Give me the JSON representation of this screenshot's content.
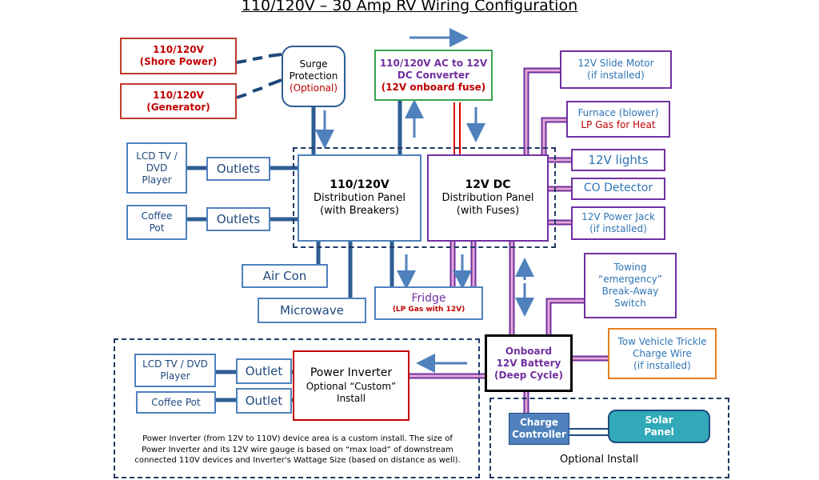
{
  "title": "110/120V – 30 Amp RV Wiring Configuration",
  "shore_power": {
    "line1": "110/120V",
    "line2": "(Shore Power)"
  },
  "generator": {
    "line1": "110/120V",
    "line2": "(Generator)"
  },
  "surge": {
    "line1": "Surge",
    "line2": "Protection",
    "line3": "(Optional)"
  },
  "converter": {
    "line1": "110/120V AC to 12V",
    "line2": "DC Converter",
    "line3": "(12V onboard fuse)"
  },
  "slide_motor": {
    "line1": "12V Slide Motor",
    "line2": "(if installed)"
  },
  "furnace": {
    "line1": "Furnace (blower)",
    "line2": "LP Gas for Heat"
  },
  "lights": {
    "label": "12V lights"
  },
  "co_detector": {
    "label": "CO Detector"
  },
  "power_jack": {
    "line1": "12V Power Jack",
    "line2": "(if installed)"
  },
  "lcd_tv": {
    "line1": "LCD TV /",
    "line2": "DVD",
    "line3": "Player"
  },
  "outlets1": {
    "label": "Outlets"
  },
  "coffee": {
    "line1": "Coffee",
    "line2": "Pot"
  },
  "outlets2": {
    "label": "Outlets"
  },
  "ac_panel": {
    "line1": "110/120V",
    "line2": "Distribution Panel",
    "line3": "(with Breakers)"
  },
  "dc_panel": {
    "line1": "12V DC",
    "line2": "Distribution Panel",
    "line3": "(with Fuses)"
  },
  "air_con": {
    "label": "Air Con"
  },
  "microwave": {
    "label": "Microwave"
  },
  "fridge": {
    "line1": "Fridge",
    "line2": "(LP Gas with 12V)"
  },
  "towing": {
    "line1": "Towing",
    "line2": "“emergency”",
    "line3": "Break-Away",
    "line4": "Switch"
  },
  "tow_vehicle": {
    "line1": "Tow Vehicle Trickle",
    "line2": "Charge Wire",
    "line3": "(if installed)"
  },
  "battery": {
    "line1": "Onboard",
    "line2": "12V Battery",
    "line3": "(Deep Cycle)"
  },
  "lcd_tv2": {
    "line1": "LCD TV / DVD",
    "line2": "Player"
  },
  "outlet3": {
    "label": "Outlet"
  },
  "coffee2": {
    "label": "Coffee Pot"
  },
  "outlet4": {
    "label": "Outlet"
  },
  "inverter": {
    "line1": "Power Inverter",
    "line2": "Optional “Custom”",
    "line3": "Install"
  },
  "inverter_note": {
    "line1": "Power Inverter (from 12V to 110V) device area is a custom install. The size of",
    "line2": "Power Inverter and its 12V wire gauge is based on “max load” of downstream",
    "line3": "connected 110V devices and Inverter's Wattage Size (based on distance as well)."
  },
  "charge_controller": {
    "line1": "Charge",
    "line2": "Controller"
  },
  "solar": {
    "line1": "Solar",
    "line2": "Panel"
  },
  "optional_install": {
    "label": "Optional Install"
  },
  "colors": {
    "blue_wire": "#2e5d93",
    "purple_wire": "#7030a0",
    "pink_wire": "#e6a8d7",
    "red_wire": "#e00000",
    "arrow": "#4f81bd"
  }
}
